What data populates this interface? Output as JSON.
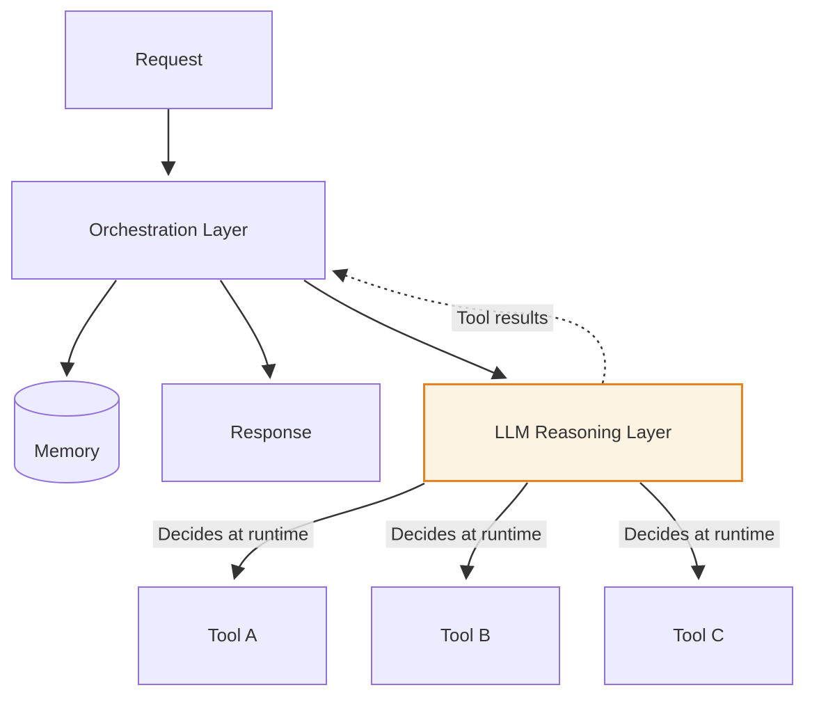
{
  "diagram": {
    "type": "flowchart",
    "direction": "top-down",
    "colors": {
      "canvas_bg": "#ffffff",
      "node_fill": "#ececff",
      "node_border": "#9370db",
      "accent_fill": "#fdf3e3",
      "accent_border": "#e5831f",
      "edge": "#333333",
      "text": "#333333",
      "edge_label_bg": "#e8e8e8"
    },
    "nodes": {
      "request": {
        "label": "Request",
        "shape": "rect",
        "variant": "default"
      },
      "orchestration": {
        "label": "Orchestration Layer",
        "shape": "rect",
        "variant": "default"
      },
      "memory": {
        "label": "Memory",
        "shape": "cylinder",
        "variant": "default"
      },
      "response": {
        "label": "Response",
        "shape": "rect",
        "variant": "default"
      },
      "llm": {
        "label": "LLM Reasoning Layer",
        "shape": "rect",
        "variant": "accent"
      },
      "tool_a": {
        "label": "Tool A",
        "shape": "rect",
        "variant": "default"
      },
      "tool_b": {
        "label": "Tool B",
        "shape": "rect",
        "variant": "default"
      },
      "tool_c": {
        "label": "Tool C",
        "shape": "rect",
        "variant": "default"
      }
    },
    "edges": [
      {
        "from": "request",
        "to": "orchestration",
        "style": "solid",
        "label": ""
      },
      {
        "from": "orchestration",
        "to": "memory",
        "style": "solid",
        "label": ""
      },
      {
        "from": "orchestration",
        "to": "response",
        "style": "solid",
        "label": ""
      },
      {
        "from": "orchestration",
        "to": "llm",
        "style": "solid",
        "label": ""
      },
      {
        "from": "llm",
        "to": "orchestration",
        "style": "dashed",
        "label": "Tool results"
      },
      {
        "from": "llm",
        "to": "tool_a",
        "style": "solid",
        "label": "Decides at runtime"
      },
      {
        "from": "llm",
        "to": "tool_b",
        "style": "solid",
        "label": "Decides at runtime"
      },
      {
        "from": "llm",
        "to": "tool_c",
        "style": "solid",
        "label": "Decides at runtime"
      }
    ]
  }
}
